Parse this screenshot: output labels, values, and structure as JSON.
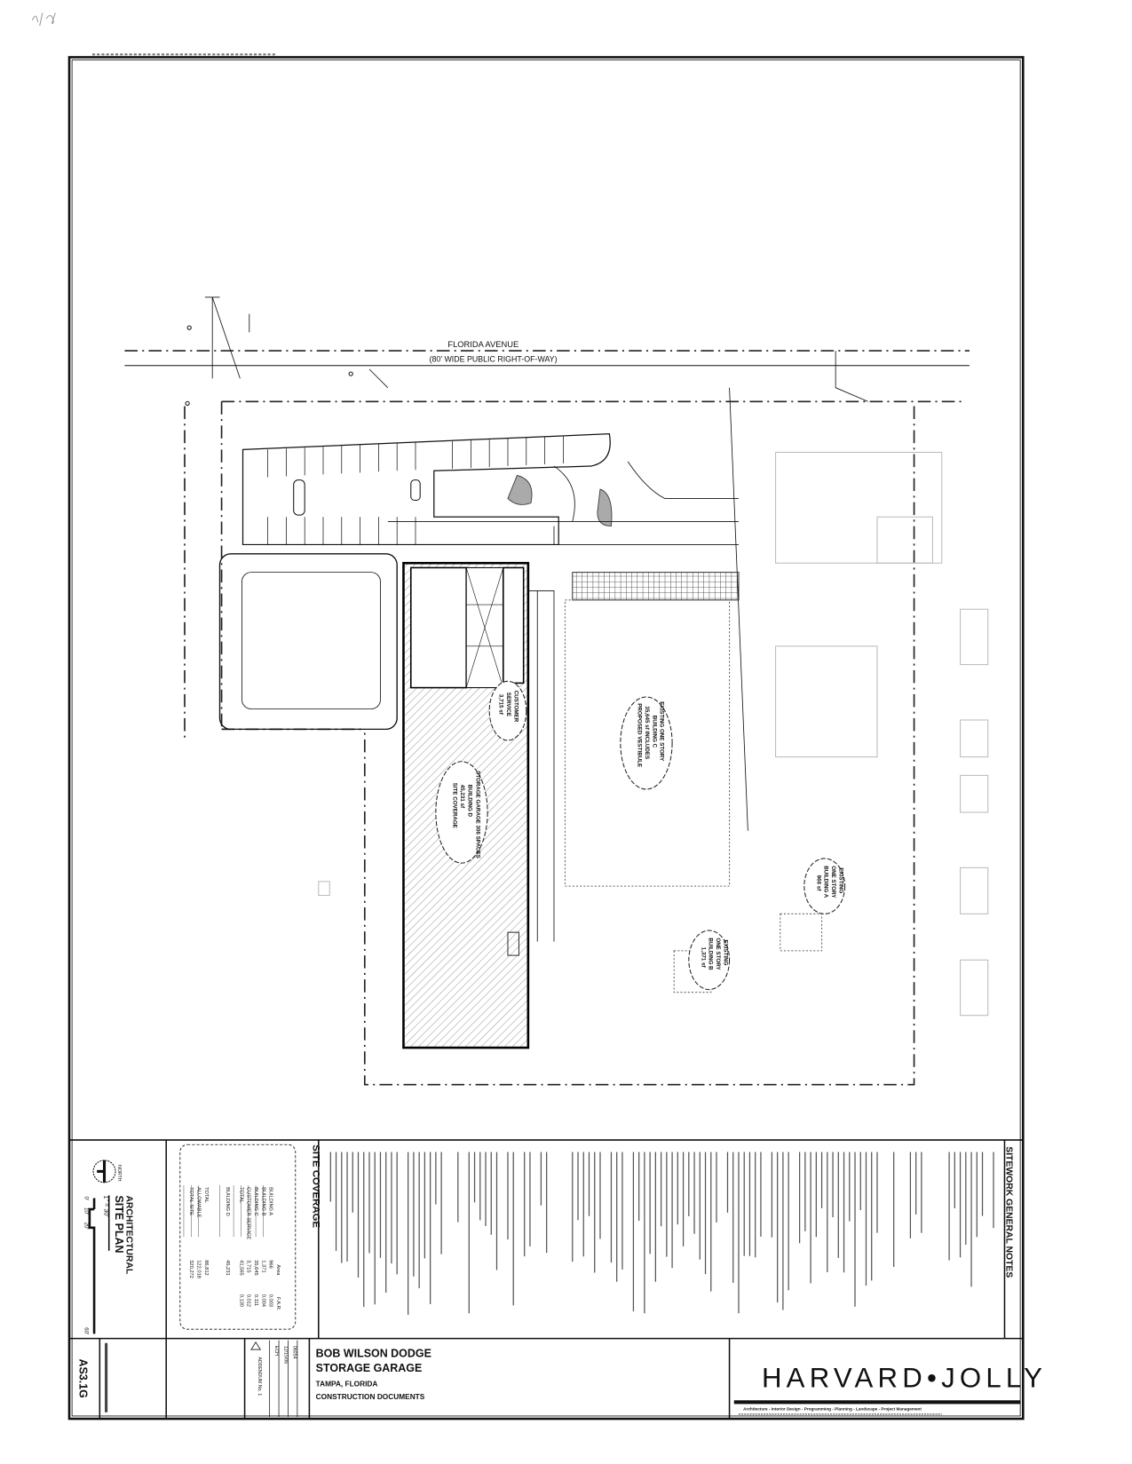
{
  "street": {
    "name": "FLORIDA AVENUE",
    "row": "(80' WIDE PUBLIC RIGHT-OF-WAY)"
  },
  "buildings": {
    "garage": [
      "STORAGE GARAGE 306 SPACES",
      "BUILDING D",
      "45,231 sf",
      "SITE COVERAGE"
    ],
    "customer_service": [
      "CUSTOMER",
      "SERVICE",
      "3,715 sf"
    ],
    "building_c": [
      "EXISTING ONE STORY",
      "BUILDING C",
      "35,645 sf INCLUDES",
      "PROPOSED VESTIBULE"
    ],
    "building_a": [
      "EXISTING",
      "ONE STORY",
      "BUILDING A",
      "966 sf"
    ],
    "building_b": [
      "EXISTING",
      "ONE STORY",
      "BUILDING B",
      "1,371 sf"
    ]
  },
  "site_coverage": {
    "title": "SITE COVERAGE",
    "headers": [
      "",
      "Area",
      "F.A.R."
    ],
    "rows": [
      [
        "BUILDING A",
        "966",
        "0.003"
      ],
      [
        "BUILDING B",
        "1,371",
        "0.004"
      ],
      [
        "BUILDING C",
        "35,645",
        "0.111"
      ],
      [
        "CUSTOMER SERVICE",
        "3,715",
        "0.012"
      ],
      [
        "TOTAL",
        "41,565",
        "0.130"
      ],
      [
        "BUILDING D",
        "45,231",
        ""
      ],
      [
        "TOTAL",
        "86,812",
        ""
      ],
      [
        "ALLOWABLE",
        "122,018",
        ""
      ],
      [
        "TOTAL SITE",
        "320,272",
        ""
      ]
    ]
  },
  "notes": {
    "title": "SITEWORK GENERAL NOTES"
  },
  "sheet": {
    "title_line1": "ARCHITECTURAL",
    "title_line2": "SITE PLAN",
    "scale": "1\" = 30'",
    "scale_ticks": [
      "0'",
      "10'",
      "20'",
      "60'"
    ],
    "north": "NORTH",
    "number": "AS3.1G"
  },
  "project": {
    "name": "BOB WILSON DODGE",
    "subtitle": "STORAGE GARAGE",
    "location": "TAMPA, FLORIDA",
    "phase": "CONSTRUCTION DOCUMENTS",
    "job_no": "06054",
    "date": "12/15/06",
    "drawn": "ECH",
    "revision": "ADDENDUM No. 1"
  },
  "firm": {
    "name": "HARVARD•JOLLY",
    "services": "Architecture - Interior Design - Programming - Planning - Landscape - Project Management"
  }
}
